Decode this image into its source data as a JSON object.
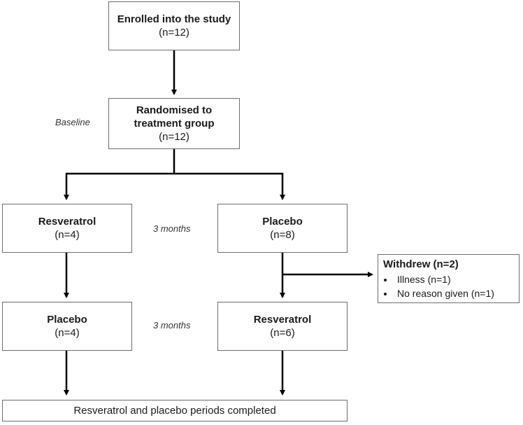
{
  "enrolled": {
    "title": "Enrolled into the study",
    "count": "(n=12)"
  },
  "randomised": {
    "title_line1": "Randomised to",
    "title_line2": "treatment group",
    "count": "(n=12)"
  },
  "baseline_label": "Baseline",
  "period1_label": "3 months",
  "period2_label": "3 months",
  "left_first": {
    "title": "Resveratrol",
    "count": "(n=4)"
  },
  "right_first": {
    "title": "Placebo",
    "count": "(n=8)"
  },
  "left_second": {
    "title": "Placebo",
    "count": "(n=4)"
  },
  "right_second": {
    "title": "Resveratrol",
    "count": "(n=6)"
  },
  "withdrew": {
    "title": "Withdrew (n=2)",
    "reasons": [
      "Illness (n=1)",
      "No reason given (n=1)"
    ]
  },
  "completed": "Resveratrol and placebo periods completed"
}
